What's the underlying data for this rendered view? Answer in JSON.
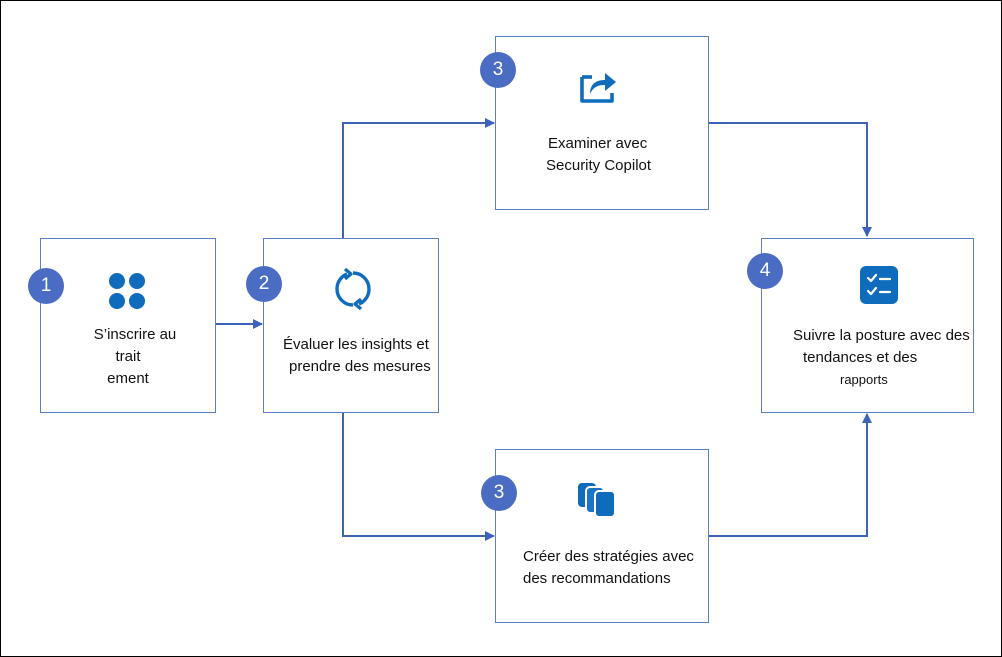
{
  "colors": {
    "accent": "#4a6cc3",
    "connector": "#3c63b8",
    "box_border": "#5b7fc7",
    "icon_blue": "#0f6cbd"
  },
  "steps": [
    {
      "id": "onboard",
      "number": "1",
      "icon": "grid-four-dots-icon",
      "lines": [
        "S’inscrire au",
        "trait",
        "ement"
      ]
    },
    {
      "id": "evaluate",
      "number": "2",
      "icon": "refresh-cycle-icon",
      "lines": [
        "Évaluer les insights et",
        "prendre des mesures"
      ]
    },
    {
      "id": "investigate",
      "number": "3",
      "icon": "share-arrow-icon",
      "lines": [
        "Examiner avec",
        "Security Copilot"
      ]
    },
    {
      "id": "policies",
      "number": "3",
      "icon": "stacked-cards-icon",
      "lines": [
        "Créer des stratégies avec",
        "des recommandations"
      ]
    },
    {
      "id": "track",
      "number": "4",
      "icon": "checklist-icon",
      "lines": [
        "Suivre la posture avec des",
        "tendances et des",
        "rapports"
      ]
    }
  ]
}
